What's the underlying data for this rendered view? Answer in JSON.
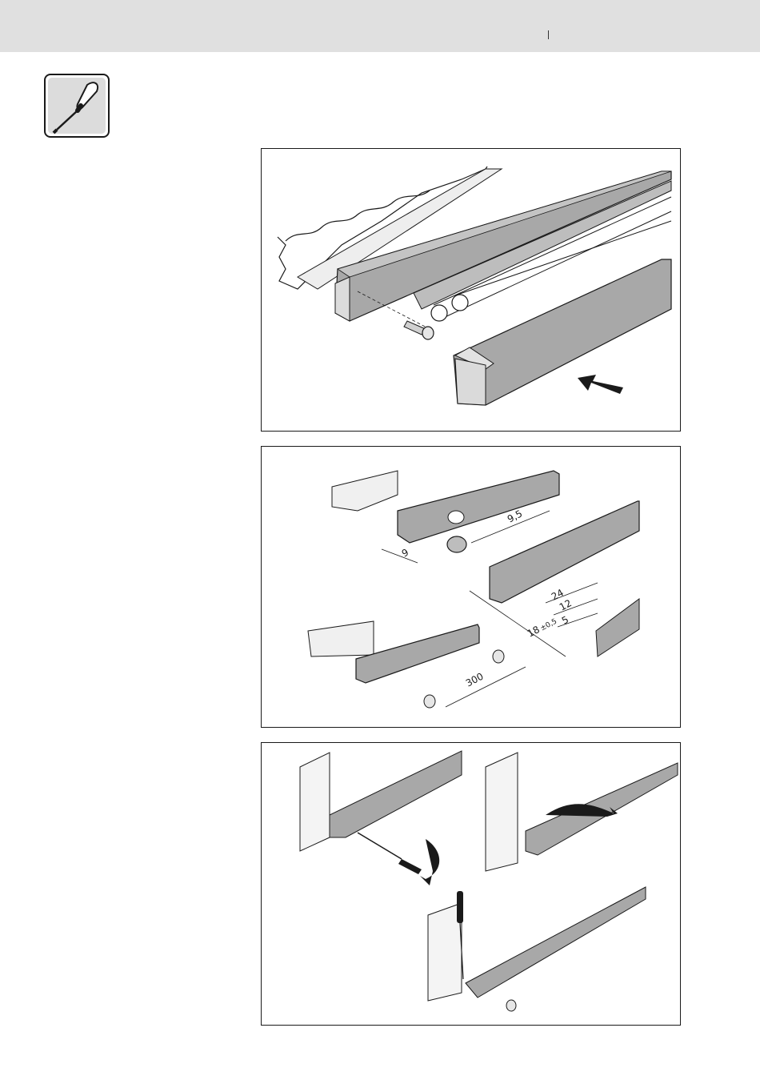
{
  "dimensions": {
    "d1": "9,5",
    "d2": "9",
    "d3": "24",
    "d4": "12",
    "d5": "5",
    "d6": "18",
    "d6_tol": "±0,5",
    "d7": "300"
  },
  "icons": {
    "tool_badge": "screwdriver-icon",
    "arrow": "push-arrow-icon",
    "rotate": "rotate-arrow-icon"
  },
  "colors": {
    "header": "#e0e0e0",
    "profile": "#a8a8a8",
    "outline": "#1a1a1a"
  }
}
